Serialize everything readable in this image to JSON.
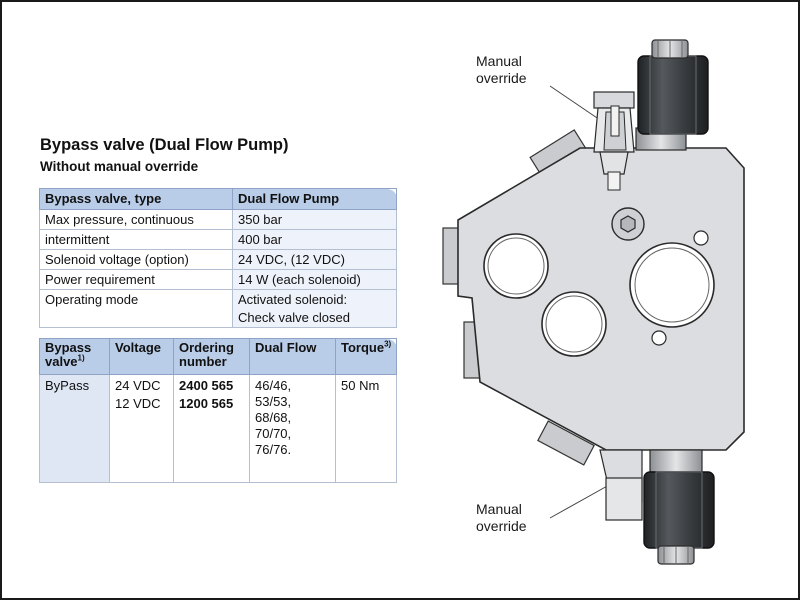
{
  "title": "Bypass valve (Dual Flow Pump)",
  "subtitle": "Without manual override",
  "spec_table": {
    "header": [
      "Bypass valve, type",
      "Dual Flow Pump"
    ],
    "rows": [
      [
        "Max pressure, continuous",
        "350 bar"
      ],
      [
        "intermittent",
        "400 bar"
      ],
      [
        "Solenoid voltage (option)",
        "24 VDC, (12 VDC)"
      ],
      [
        "Power requirement",
        "14 W (each solenoid)"
      ],
      [
        "Operating mode",
        "Activated solenoid:",
        "Check valve closed"
      ]
    ]
  },
  "order_table": {
    "header": {
      "bypass_line1": "Bypass",
      "bypass_line2": "valve",
      "bypass_sup": "1)",
      "voltage": "Voltage",
      "ordering_line1": "Ordering",
      "ordering_line2": "number",
      "dual_flow": "Dual Flow",
      "torque": "Torque",
      "torque_sup": "3)"
    },
    "row": {
      "bypass": "ByPass",
      "voltages": [
        "24 VDC",
        "12 VDC"
      ],
      "ordering_numbers": [
        "2400 565",
        "1200 565"
      ],
      "dual_flow": [
        "46/46,",
        "53/53,",
        "68/68,",
        "70/70,",
        "76/76."
      ],
      "torque": "50 Nm"
    }
  },
  "drawing": {
    "label_top": [
      "Manual",
      "override"
    ],
    "label_bottom": [
      "Manual",
      "override"
    ]
  },
  "colors": {
    "header_blue": "#b9cde9",
    "light_blue": "#eef2fa",
    "body_gray": "#dcdde0",
    "solenoid_dark": "#3a3d40"
  }
}
